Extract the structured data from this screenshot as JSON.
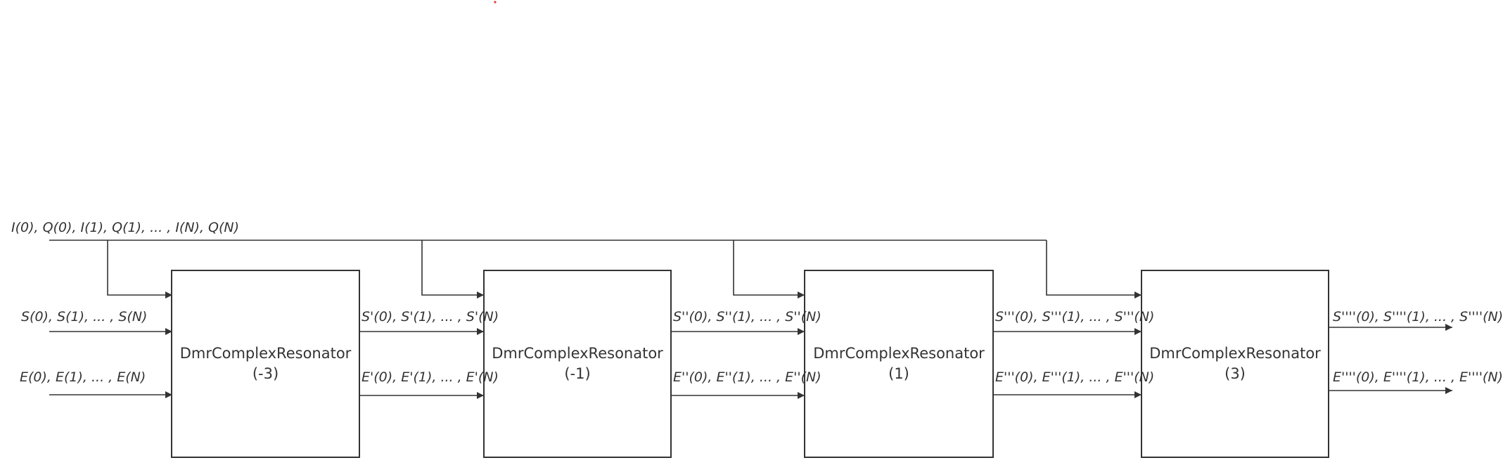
{
  "diagram": {
    "line_color": "#333333",
    "marker_color": "#e53935",
    "blocks": [
      {
        "name": "DmrComplexResonator",
        "param": "(-3)"
      },
      {
        "name": "DmrComplexResonator",
        "param": "(-1)"
      },
      {
        "name": "DmrComplexResonator",
        "param": "(1)"
      },
      {
        "name": "DmrComplexResonator",
        "param": "(3)"
      }
    ],
    "iq_input_label": "I(0), Q(0), I(1), Q(1), ... , I(N), Q(N)",
    "s_labels": [
      "S(0), S(1), ... , S(N)",
      "S'(0), S'(1), ... , S'(N)",
      "S''(0), S''(1), ... , S''(N)",
      "S'''(0), S'''(1), ... , S'''(N)",
      "S''''(0), S''''(1), ... , S''''(N)"
    ],
    "e_labels": [
      "E(0), E(1), ... , E(N)",
      "E'(0), E'(1), ... , E'(N)",
      "E''(0), E''(1), ... , E''(N)",
      "E'''(0), E'''(1), ... , E'''(N)",
      "E''''(0), E''''(1), ... , E''''(N)"
    ]
  }
}
